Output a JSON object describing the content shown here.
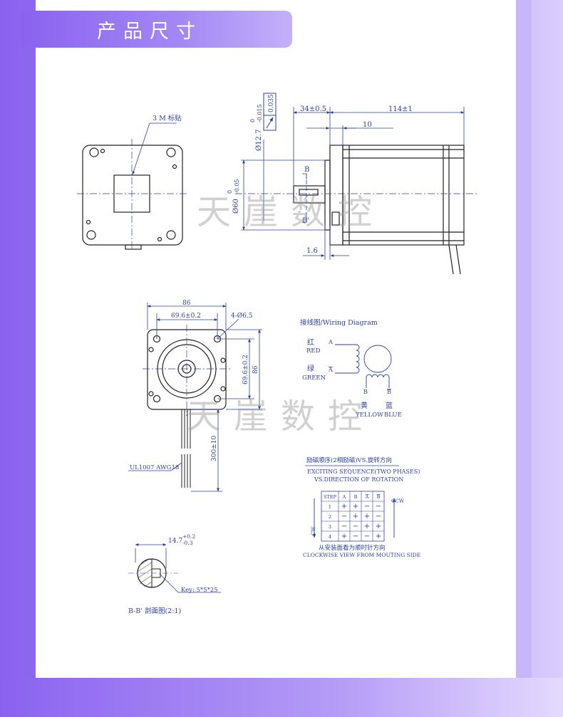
{
  "title": "产品尺寸",
  "watermark": "天崖数控",
  "front_view": {
    "label_3m": "3 M 标贴"
  },
  "side_view": {
    "dim_34": "34±0.5",
    "dim_114": "114±1",
    "dim_10": "10",
    "dim_16": "1.6",
    "label_b_top": "B",
    "label_b_bottom": "B'",
    "shaft_dia": "Ø12.7",
    "shaft_tol_upper": "0",
    "shaft_tol_lower": "-0.015",
    "pilot_dia": "Ø60",
    "pilot_tol_upper": "0",
    "pilot_tol_lower": "-0.05",
    "runout": "0.035"
  },
  "rear_view": {
    "dim_86_h": "86",
    "dim_696_h": "69.6±0.2",
    "holes": "4-Ø6.5",
    "dim_696_v": "69.6±0.2",
    "dim_86_v": "86",
    "lead_length": "300±10",
    "cable": "UL1007 AWG18"
  },
  "wiring": {
    "title": "接线图/Wiring  Diagram",
    "a_label": "A",
    "abar_label": "A",
    "red_cn": "红",
    "red_en": "RED",
    "green_cn": "绿",
    "green_en": "GREEN",
    "b_label": "B",
    "bbar_label": "B",
    "yellow_cn": "黄",
    "blue_cn": "蓝",
    "yellow_en": "YELLOW",
    "blue_en": "BLUE"
  },
  "sequence": {
    "title_cn": "励磁顺序(2相励磁)VS.旋转方向",
    "title_en1": "EXCITING SEQUENCE(TWO PHASES)",
    "title_en2": "VS.DIRECTION OF ROTATION",
    "headers": [
      "STEP",
      "A",
      "B",
      "A",
      "B"
    ],
    "rows": [
      [
        "1",
        "+",
        "+",
        "−",
        "−"
      ],
      [
        "2",
        "−",
        "+",
        "+",
        "−"
      ],
      [
        "3",
        "−",
        "−",
        "+",
        "+"
      ],
      [
        "4",
        "+",
        "−",
        "−",
        "+"
      ]
    ],
    "ccw": "CCW",
    "cw": "CW",
    "footer_cn": "从安装面看为顺时针方向",
    "footer_en": "CLOCKWISE VIEW FROM MOUTING SIDE"
  },
  "section": {
    "dim": "14.7",
    "tol_upper": "+0.2",
    "tol_lower": "-0.3",
    "key": "Key: 5*5*25",
    "caption": "B-B' 剖面图(2:1)"
  }
}
